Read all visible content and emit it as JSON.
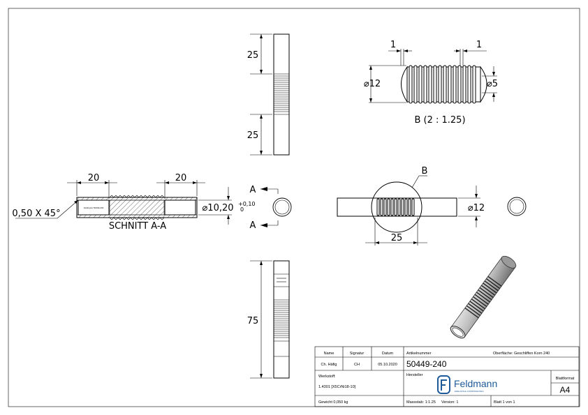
{
  "drawing": {
    "dimensions": {
      "side_top": "25",
      "side_bottom": "25",
      "side_length": "75",
      "detail_pitch_left": "1",
      "detail_pitch_right": "1",
      "detail_outer_dia": "⌀12",
      "detail_inner_dia": "⌀5",
      "section_left": "20",
      "section_right": "20",
      "section_bore": "⌀10,20",
      "section_tol_upper": "+0,10",
      "section_tol_lower": "0",
      "chamfer": "0,50 X 45°",
      "front_dia": "⌀12",
      "front_thread_len": "25"
    },
    "labels": {
      "detail_scale": "B (2 : 1.25)",
      "detail_marker": "B",
      "section_title": "SCHNITT A-A",
      "section_marker_top": "A",
      "section_marker_bottom": "A"
    }
  },
  "title_block": {
    "header_name": "Name",
    "header_signature": "Signatur",
    "header_date": "Datum",
    "drawn_by": "Ch. Häfig",
    "signature": "CH",
    "date": "05.10.2020",
    "article_label": "Artikelnummer",
    "article_number": "50449-240",
    "surface": "Oberfläche: Geschliffen Korn 240",
    "material_label": "Werkstoff:",
    "material_value": "1.4301 [X5CrNi18-10]",
    "manufacturer_label": "Hersteller",
    "brand_name": "Feldmann",
    "brand_tagline": "EDELSTAHL KOMPONENTEN",
    "sheet_format_label": "Blattformat",
    "sheet_format": "A4",
    "weight": "Gewicht 0,050 kg",
    "scale": "Massstab: 1:1.25",
    "version": "Version: 1",
    "sheet": "Blatt 1 von 1"
  }
}
